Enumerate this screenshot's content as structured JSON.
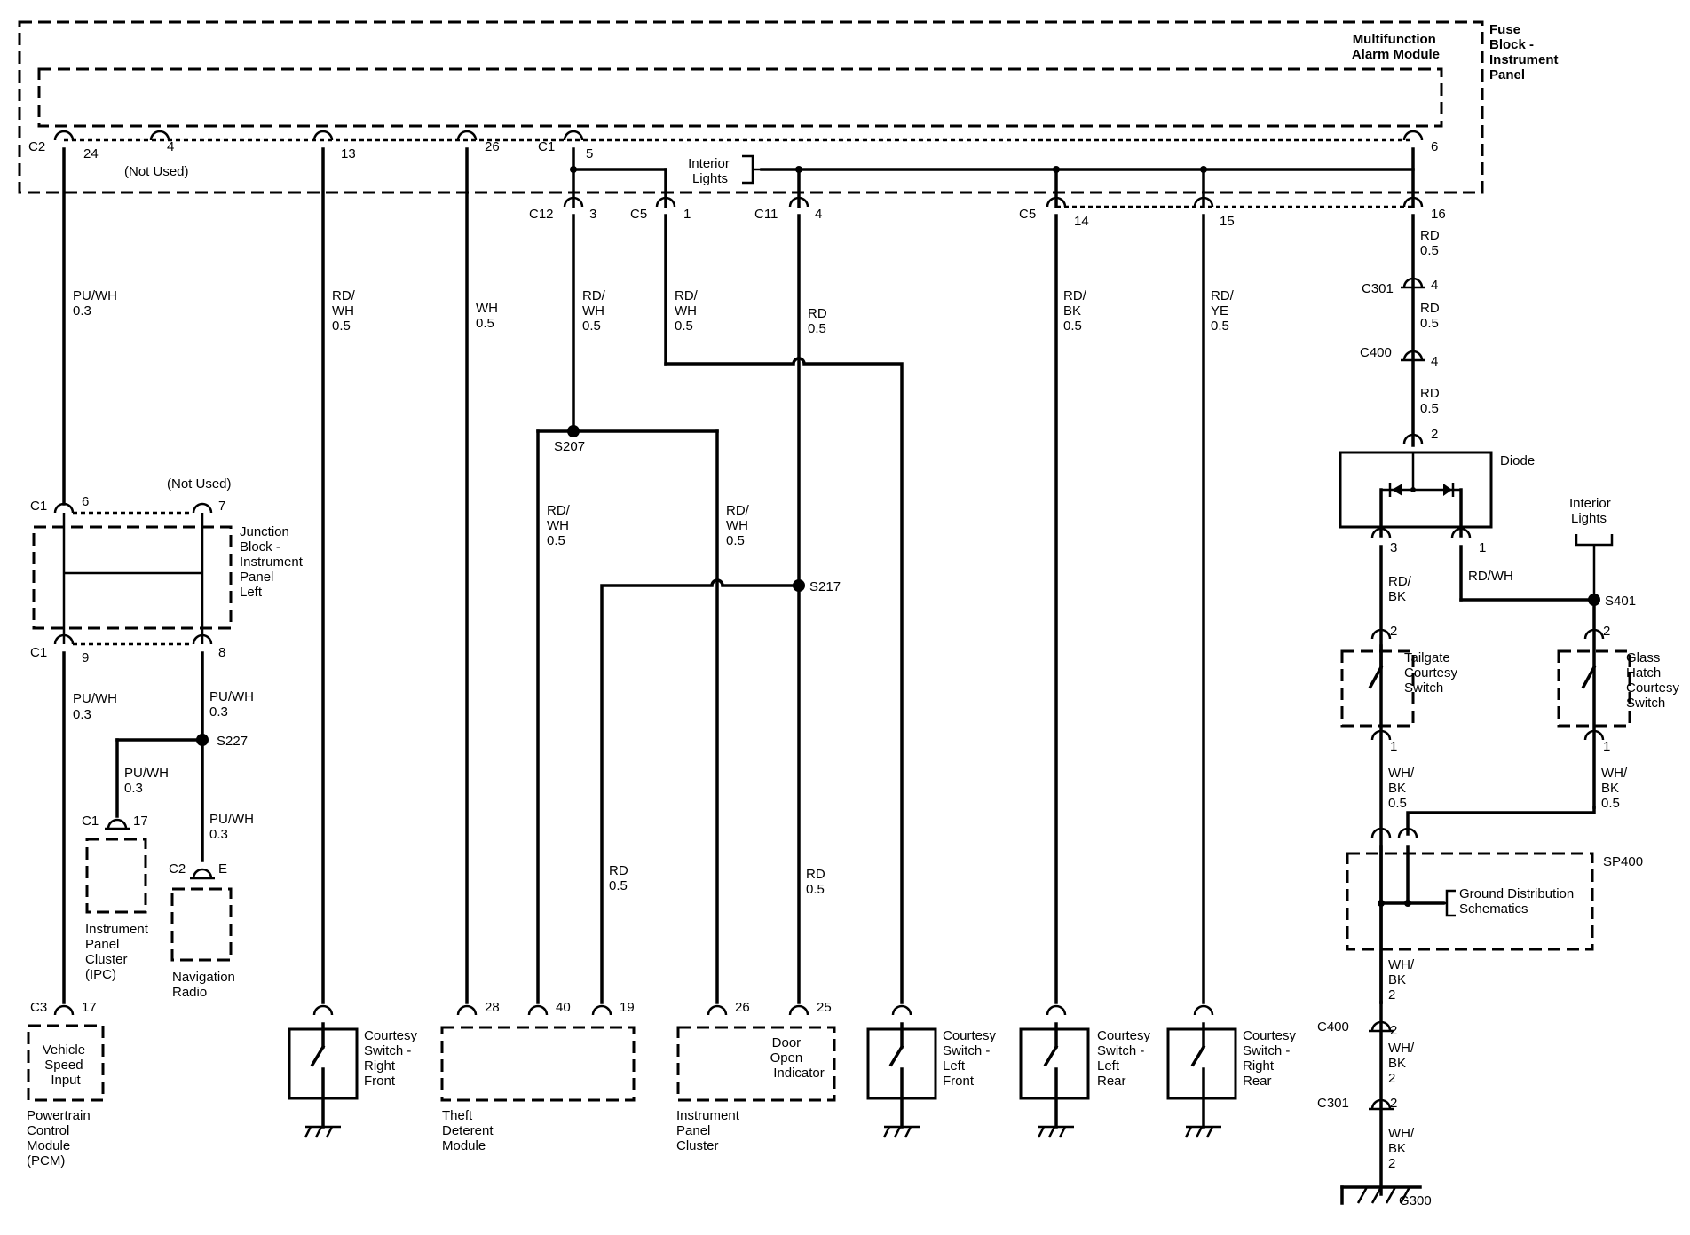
{
  "modules": {
    "multifunction_alarm_module": [
      "Multifunction",
      "Alarm Module"
    ],
    "fuse_block_ip": [
      "Fuse",
      "Block -",
      "Instrument",
      "Panel"
    ],
    "junction_block": [
      "Junction",
      "Block -",
      "Instrument",
      "Panel",
      "Left"
    ],
    "ipc": [
      "Instrument",
      "Panel",
      "Cluster",
      "(IPC)"
    ],
    "nav_radio": [
      "Navigation",
      "Radio"
    ],
    "pcm_box": [
      "Vehicle",
      "Speed",
      "Input"
    ],
    "pcm_label": [
      "Powertrain",
      "Control",
      "Module",
      "(PCM)"
    ],
    "courtesy_rf": [
      "Courtesy",
      "Switch -",
      "Right",
      "Front"
    ],
    "theft_module": [
      "Theft",
      "Deterent",
      "Module"
    ],
    "ipc_box": [
      "Door",
      "Open",
      "Indicator"
    ],
    "ipc_label": [
      "Instrument",
      "Panel",
      "Cluster"
    ],
    "courtesy_lf": [
      "Courtesy",
      "Switch -",
      "Left",
      "Front"
    ],
    "courtesy_lr": [
      "Courtesy",
      "Switch -",
      "Left",
      "Rear"
    ],
    "courtesy_rr": [
      "Courtesy",
      "Switch -",
      "Right",
      "Rear"
    ],
    "diode": "Diode",
    "tailgate_switch": [
      "Tailgate",
      "Courtesy",
      "Switch"
    ],
    "glass_hatch_switch": [
      "Glass",
      "Hatch",
      "Courtesy",
      "Switch"
    ],
    "ground_dist": [
      "Ground Distribution",
      "Schematics"
    ],
    "interior_lights_top": [
      "Interior",
      "Lights"
    ],
    "interior_lights_right": [
      "Interior",
      "Lights"
    ]
  },
  "connectors": {
    "c2": "C2",
    "c1_top": "C1",
    "c12": "C12",
    "c5a": "C5",
    "c11": "C11",
    "c5b": "C5",
    "c301a": "C301",
    "c400a": "C400",
    "c1_jb_top": "C1",
    "c1_jb_bot": "C1",
    "c1_ipc": "C1",
    "c2_nav": "C2",
    "c3_pcm": "C3",
    "c400b": "C400",
    "c301b": "C301"
  },
  "pins": {
    "p24": "24",
    "p4": "4",
    "p13": "13",
    "p26": "26",
    "p5": "5",
    "p6": "6",
    "p3": "3",
    "p1": "1",
    "p4b": "4",
    "p14": "14",
    "p15": "15",
    "p16": "16",
    "p4c": "4",
    "p4d": "4",
    "p2diode": "2",
    "p3diode": "3",
    "p1diode": "1",
    "p2tail": "2",
    "p1tail": "1",
    "p2glass": "2",
    "p1glass": "1",
    "p6jb": "6",
    "p7jb": "7",
    "p9jb": "9",
    "p8jb": "8",
    "p17ipc": "17",
    "pEnav": "E",
    "p17pcm": "17",
    "p28": "28",
    "p40": "40",
    "p19": "19",
    "p26ipc": "26",
    "p25": "25",
    "p2c400": "2",
    "p2c301": "2"
  },
  "not_used": [
    "(Not Used)",
    "(Not Used)"
  ],
  "wires": {
    "w_puwh_top": [
      "PU/WH",
      "0.3"
    ],
    "w_rdwh_13": [
      "RD/",
      "WH",
      "0.5"
    ],
    "w_wh_26": [
      "WH",
      "0.5"
    ],
    "w_rdwh_c12": [
      "RD/",
      "WH",
      "0.5"
    ],
    "w_rdwh_c5": [
      "RD/",
      "WH",
      "0.5"
    ],
    "w_rd_c11": [
      "RD",
      "0.5"
    ],
    "w_rdbk_14": [
      "RD/",
      "BK",
      "0.5"
    ],
    "w_rdye_15": [
      "RD/",
      "YE",
      "0.5"
    ],
    "w_rd_16": [
      "RD",
      "0.5"
    ],
    "w_rd_c301": [
      "RD",
      "0.5"
    ],
    "w_rd_c400": [
      "RD",
      "0.5"
    ],
    "w_rdwh_theft": [
      "RD/",
      "WH",
      "0.5"
    ],
    "w_rdwh_ipc": [
      "RD/",
      "WH",
      "0.5"
    ],
    "w_rd_19": [
      "RD",
      "0.5"
    ],
    "w_rd_25": [
      "RD",
      "0.5"
    ],
    "w_puwh_pcm": [
      "PU/WH",
      "0.3"
    ],
    "w_puwh_8": [
      "PU/WH",
      "0.3"
    ],
    "w_puwh_ipc": [
      "PU/WH",
      "0.3"
    ],
    "w_puwh_nav": [
      "PU/WH",
      "0.3"
    ],
    "w_rdbk_tail": [
      "RD/",
      "BK"
    ],
    "w_rdwh_diode": "RD/WH",
    "w_whbk_tail": [
      "WH/",
      "BK",
      "0.5"
    ],
    "w_whbk_glass": [
      "WH/",
      "BK",
      "0.5"
    ],
    "w_whbk_g1": [
      "WH/",
      "BK",
      "2"
    ],
    "w_whbk_g2": [
      "WH/",
      "BK",
      "2"
    ],
    "w_whbk_g3": [
      "WH/",
      "BK",
      "2"
    ]
  },
  "splices": {
    "s207": "S207",
    "s217": "S217",
    "s227": "S227",
    "s401": "S401",
    "sp400": "SP400",
    "g300": "G300"
  }
}
